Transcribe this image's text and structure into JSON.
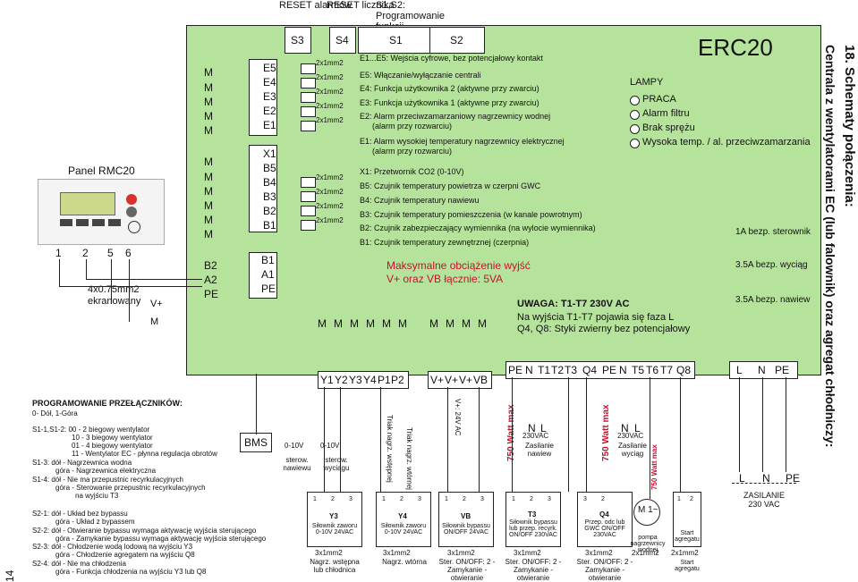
{
  "header": {
    "reset_alarms": "RESET alarmów",
    "reset_counter": "RESET licznika",
    "s1s2_label": "S1,S2: Programowanie funkcji"
  },
  "page_number": "14",
  "side_title": "18.  Schematy połączenia:",
  "side_subtitle": "Centrala z wentylatorami EC (lub falownik) oraz agregat chłodniczy:",
  "erc_title": "ERC20",
  "panel": {
    "title": "Panel RMC20",
    "terminals": [
      "1",
      "2",
      "5",
      "6"
    ],
    "cable": "4x0.75mm2 ekranowany",
    "v_plus": "V+",
    "m": "M"
  },
  "switches": [
    "S3",
    "S4",
    "S1",
    "S2"
  ],
  "m_labels": [
    "M",
    "M",
    "M",
    "M",
    "M",
    "M",
    "M",
    "M",
    "M",
    "M",
    "M"
  ],
  "inputs_top": [
    "E5",
    "E4",
    "E3",
    "E2",
    "E1"
  ],
  "inputs_mid": [
    "X1",
    "B5",
    "B4",
    "B3",
    "B2",
    "B1"
  ],
  "inputs_low": [
    "B1",
    "A1",
    "PE"
  ],
  "inputs_left_low": [
    "B2",
    "A2",
    "PE"
  ],
  "wire_labels": [
    "2x1mm2",
    "2x1mm2",
    "2x1mm2",
    "2x1mm2",
    "2x1mm2",
    "2x1mm2",
    "2x1mm2",
    "2x1mm2",
    "2x1mm2"
  ],
  "descriptions": [
    "E1...E5: Wejścia cyfrowe, bez potencjałowy kontakt",
    "E5: Włączanie/wyłączanie centrali",
    "E4: Funkcja użytkownika 2 (aktywne przy zwarciu)",
    "E3: Funkcja użytkownika 1 (aktywne przy zwarciu)",
    "E2: Alarm przeciwzamarzaniowy nagrzewnicy wodnej",
    "(alarm przy rozwarciu)",
    "E1: Alarm wysokiej temperatury nagrzewnicy elektrycznej",
    "(alarm przy rozwarciu)",
    "X1: Przetwornik CO2 (0-10V)",
    "B5: Czujnik temperatury powietrza w czerpni GWC",
    "B4: Czujnik temperatury nawiewu",
    "B3: Czujnik temperatury pomieszczenia (w kanale powrotnym)",
    "B2: Czujnik zabezpieczający wymiennika (na wylocie wymiennika)",
    "B1: Czujnik temperatury zewnętrznej (czerpnia)"
  ],
  "max_load": [
    "Maksymalne obciążenie wyjść",
    "V+ oraz VB łącznie: 5VA"
  ],
  "lamps": {
    "title": "LAMPY",
    "items": [
      "PRACA",
      "Alarm filtru",
      "Brak sprężu",
      "Wysoka temp. / al. przeciwzamarzania"
    ]
  },
  "warning": [
    "UWAGA: T1-T7 230V AC",
    "Na wyjścia T1-T7 pojawia się faza L",
    "Q4, Q8: Styki zwierny bez potencjałowy"
  ],
  "fuses": [
    "1A bezp. sterownik",
    "3.5A bezp. wyciąg",
    "3.5A bezp. nawiew"
  ],
  "bottom_terms_left": [
    "M",
    "M",
    "M",
    "M",
    "M",
    "M"
  ],
  "bottom_terms_mid": [
    "M",
    "M",
    "M",
    "M"
  ],
  "y_terms": [
    "Y1",
    "Y2",
    "Y3",
    "Y4",
    "P1",
    "P2"
  ],
  "v_terms": [
    "V+",
    "V+",
    "V+",
    "VB"
  ],
  "out_terms": [
    "PE",
    "N",
    "T1",
    "T2",
    "T3",
    "Q4",
    "PE",
    "N",
    "T5",
    "T6",
    "T7",
    "Q8"
  ],
  "power_terms": [
    "L",
    "N",
    "PE"
  ],
  "programming": {
    "title": "PROGRAMOWANIE PRZEŁĄCZNIKÓW:",
    "legend": "0- Dół, 1-Góra",
    "lines": [
      "S1-1,S1-2: 00 -   2 biegowy wentylator",
      "10 -   3 biegowy wentylator",
      "01 -   4 biegowy wentylator",
      "11 -   Wentylator EC - płynna regulacja obrotów",
      "S1-3: dół - Nagrzewnica wodna",
      "góra - Nagrzewnica elektryczna",
      "S1-4: dół - Nie ma przepustnic recyrkulacyjnych",
      "góra - Sterowanie przepustnic recyrkulacyjnych",
      "na wyjściu T3",
      "S2-1: dół - Układ bez bypassu",
      "góra - Układ z bypassem",
      "S2-2: dół - Otwieranie bypassu wymaga aktywację wyjścia sterującego",
      "góra - Zamykanie bypassu wymaga aktywację wyjścia sterującego",
      "S2-3: dół - Chłodzenie wodą lodową na wyjściu Y3",
      "góra - Chłodzenie agregatem na wyjściu Q8",
      "S2-4: dół - Nie ma chłodzenia",
      "góra - Funkcja chłodzenia na wyjściu Y3 lub Q8"
    ]
  },
  "bms": "BMS",
  "ctrl_labels": {
    "ster_nawiewu": "sterow. nawiewu",
    "ster_wyciagu": "sterow. wyciągu",
    "v010a": "0-10V",
    "v010b": "0-10V",
    "triak_nagrz": "Triak nagrz. wtórnej",
    "triak_nagrz2": "Triak nagrz. wstępnej",
    "vplus_24": "V+: 24V AC"
  },
  "watt_labels": [
    "750 Watt max",
    "750 Watt max",
    "750 Watt max"
  ],
  "devices": {
    "y3": {
      "title": "Y3",
      "desc": "Siłownik zaworu 0-10V 24VAC",
      "cable": "3x1mm2",
      "note": "Nagrz. wstępna lub chłodnica"
    },
    "y4": {
      "title": "Y4",
      "desc": "Siłownik zaworu 0-10V 24VAC",
      "cable": "3x1mm2",
      "note": "Nagrz. wtórna"
    },
    "vb": {
      "title": "VB",
      "desc": "Siłownik bypassu ON/OFF 24VAC",
      "cable": "3x1mm2",
      "note": "Ster. ON/OFF: 2 -Zamykanie - otwieranie"
    },
    "t3": {
      "title": "T3",
      "desc": "Siłownik bypassu lub przep. recyrk. ON/OFF 230VAC",
      "cable": "3x1mm2",
      "note": "Ster. ON/OFF: 2 -Zamykanie - otwieranie"
    },
    "q4": {
      "title": "Q4",
      "desc": "Przep. odc lub GWC ON/OFF 230VAC",
      "cable": "3x1mm2",
      "note": "Ster. ON/OFF: 2 -Zamykanie - otwieranie"
    },
    "pump": {
      "title": "M 1~",
      "desc": "pompa nagrzewnicy wodnej",
      "cable": "2x1mm2"
    },
    "start": {
      "desc": "Start agregatu",
      "cable": "2x1mm2",
      "note": "Start agregatu"
    },
    "zas_naw": {
      "vac": "230VAC",
      "name": "Zasilanie nawiew"
    },
    "zas_wyc": {
      "vac": "230VAC",
      "name": "Zasilanie wyciąg"
    },
    "zasilanie": {
      "name": "ZASILANIE 230 VAC",
      "terms": [
        "L",
        "N",
        "PE"
      ]
    }
  },
  "device_terms_123": [
    "1",
    "2",
    "3"
  ],
  "ln_terms": [
    "N",
    "L"
  ]
}
